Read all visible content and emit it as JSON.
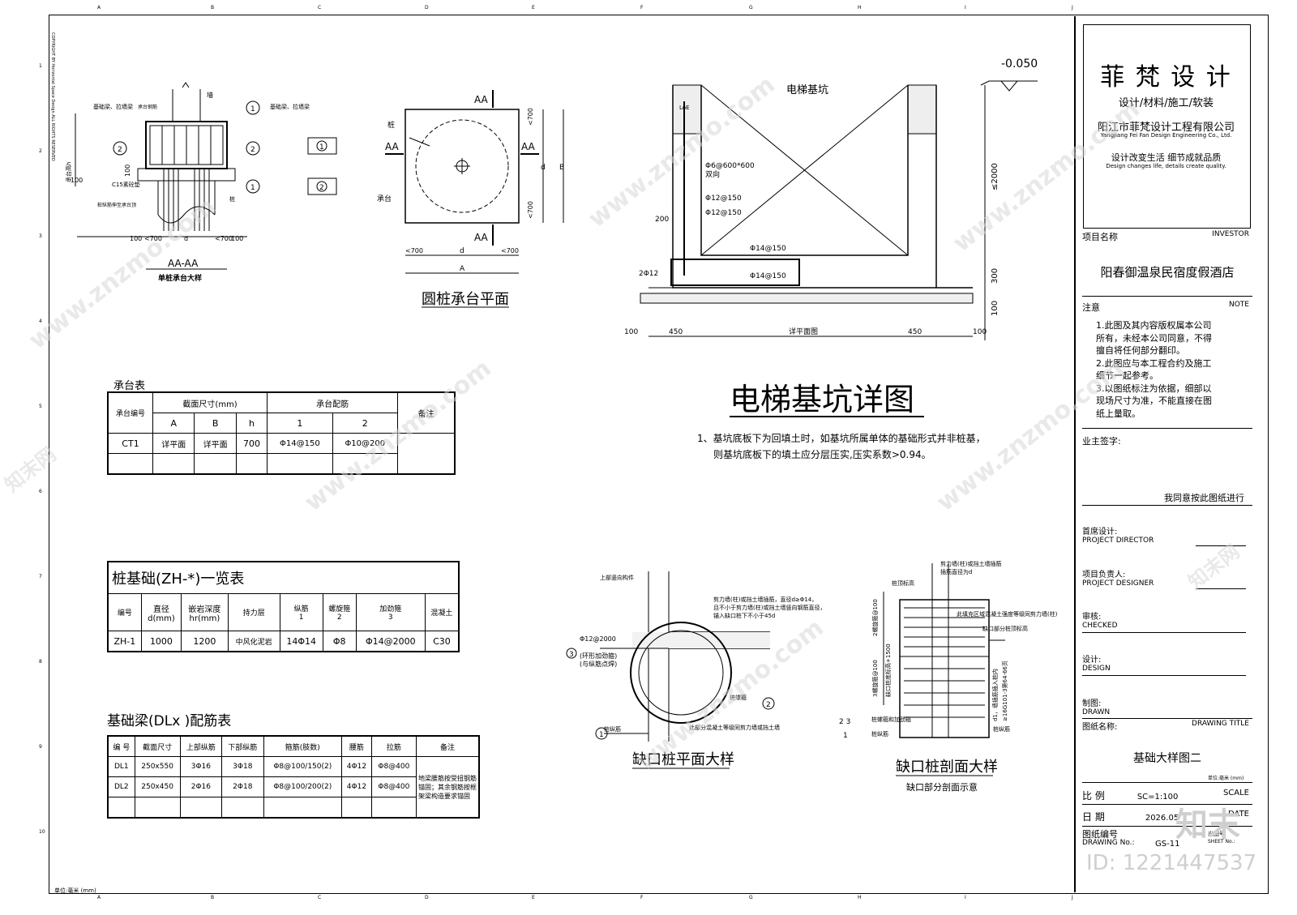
{
  "ruler_top": [
    "A",
    "B",
    "C",
    "D",
    "E",
    "F",
    "G",
    "H",
    "I",
    "J"
  ],
  "ruler_left": [
    "1",
    "2",
    "3",
    "4",
    "5",
    "6",
    "7",
    "8",
    "9",
    "10"
  ],
  "copyright_side": "COPYRIGHT BY Horizontal Space Design ALL RIGHTS RESERVED",
  "single_pile": {
    "title": "AA-AA",
    "subtitle": "单桩承台大样",
    "labels": {
      "wall": "墙",
      "beam_left": "基础梁、拉墙梁",
      "bar": "承台钢筋",
      "beam_right": "基础梁、拉墙梁",
      "depth": "承台高h",
      "c15": "C15素砼垫",
      "anchor": "桩纵筋伸至承台顶",
      "pile": "桩",
      "n100a": "100",
      "n100b": "100",
      "n100c": "100",
      "n700a": "<700",
      "d": "d",
      "n700b": "<700",
      "n100d": "100",
      "c1": "1",
      "c2": "2"
    },
    "legend1": "1",
    "legend2": "2"
  },
  "round_pile": {
    "title": "圆桩承台平面",
    "labels": {
      "aa_top": "AA",
      "aa_left": "AA",
      "aa_right": "AA",
      "aa_bottom": "AA",
      "pile": "桩",
      "cap": "承台",
      "d_v": "d",
      "b": "B",
      "n700_top": "<700",
      "n700_bot": "<700",
      "n700_l": "<700",
      "d_h": "d",
      "n700_r": "<700",
      "a": "A"
    }
  },
  "elevator": {
    "pit_label": "电梯基坑",
    "elev": "-0.050",
    "loe": "LoE",
    "bar1": "Φ6@600*600",
    "bar1b": "双向",
    "bar2": "Φ12@150",
    "bar3": "Φ12@150",
    "bar4": "Φ14@150",
    "bar5": "Φ14@150",
    "bar6": "2Φ12",
    "h2000": "≤2000",
    "h300": "300",
    "h100": "100",
    "w200": "200",
    "dims": [
      "100",
      "450",
      "详平面图",
      "450",
      "100"
    ],
    "title": "电梯基坑详图",
    "note1": "1、基坑底板下为回填土时，如基坑所属单体的基础形式并非桩基，",
    "note2": "则基坑底板下的填土应分层压实,压实系数>0.94。"
  },
  "cap_table": {
    "caption": "承台表",
    "h_id": "承台编号",
    "h_size": "截面尺寸(mm)",
    "h_bar": "承台配筋",
    "h_note": "备注",
    "sub": [
      "A",
      "B",
      "h",
      "1",
      "2"
    ],
    "row": [
      "CT1",
      "详平面",
      "详平面",
      "700",
      "Φ14@150",
      "Φ10@200",
      ""
    ]
  },
  "pile_table": {
    "caption": "桩基础(ZH-*)一览表",
    "headers": [
      "编号",
      "直径\nd(mm)",
      "嵌岩深度\nhr(mm)",
      "持力层",
      "纵筋",
      "螺旋箍",
      "加劲箍",
      "混凝土"
    ],
    "circ": [
      "1",
      "2",
      "3"
    ],
    "row": [
      "ZH-1",
      "1000",
      "1200",
      "中风化泥岩",
      "14Φ14",
      "Φ8",
      "Φ14@2000",
      "C30"
    ]
  },
  "beam_table": {
    "caption": "基础梁(DLx )配筋表",
    "headers": [
      "编 号",
      "截面尺寸",
      "上部纵筋",
      "下部纵筋",
      "箍筋(肢数)",
      "腰筋",
      "拉筋",
      "备注"
    ],
    "rows": [
      [
        "DL1",
        "250x550",
        "3Φ16",
        "3Φ18",
        "Φ8@100/150(2)",
        "4Φ12",
        "Φ8@400"
      ],
      [
        "DL2",
        "250x450",
        "2Φ16",
        "2Φ18",
        "Φ8@100/200(2)",
        "4Φ12",
        "Φ8@400"
      ]
    ],
    "note": "地梁腰筋按受扭钢筋锚固；其余钢筋按框架梁构造要求锚固"
  },
  "notch_plan": {
    "title": "缺口桩平面大样",
    "labels": {
      "top": "上部竖向构件",
      "wall": "剪力墙(柱)或挡土墙插筋，直径d≥Φ14，",
      "wall2": "且不小于剪力墙(柱)或挡土墙竖向钢筋直径，",
      "wall3": "锚入缺口桩下不小于45d",
      "ring": "Φ12@2000",
      "ring2": "(环形加劲箍)",
      "ring3": "(与纵筋点焊)",
      "stir": "桩螺箍",
      "long": "桩纵筋",
      "fill": "此部分混凝土等级同剪力墙或挡土墙",
      "c1": "1",
      "c2": "2",
      "c3": "3"
    }
  },
  "notch_sec": {
    "title": "缺口桩剖面大样",
    "subtitle": "缺口部分剖面示意",
    "labels": {
      "top": "剪力墙(柱)或挡土墙插筋",
      "top2": "插筋直径为d",
      "pile_top": "桩顶标高",
      "concrete": "此填充区域混凝土强度等级同剪力墙(柱)",
      "notch_top": "缺口部分桩顶标高",
      "l100a": "2螺旋箍@100",
      "l100b": "3螺旋箍@100",
      "l1500": "缺口桩底标高+1500",
      "d1": "d1，墙插筋插入桩内",
      "d2": "≥16G101-3第64-66页",
      "stir": "桩螺箍和加劲箍",
      "long": "桩纵筋",
      "c1": "1",
      "c23": "2 3",
      "pile_bar": "桩纵筋"
    }
  },
  "unit_left": "单位:毫米 (mm)",
  "title_block": {
    "company_cn": "菲 梵 设 计",
    "services": "设计/材料/施工/软装",
    "company_full": "阳江市菲梵设计工程有限公司",
    "company_en": "Yangjiang Fei Fan Design Engineering Co., Ltd.",
    "slogan": "设计改变生活 细节成就品质",
    "slogan_en": "Design changes life, details create quality.",
    "project_label": "项目名称",
    "project_label_en": "INVESTOR",
    "project": "阳春御温泉民宿度假酒店",
    "note_label": "注意",
    "note_label_en": "NOTE",
    "notes": [
      "1.此图及其内容版权属本公司",
      "所有，未经本公司同意，不得",
      "擅自将任何部分翻印。",
      "2.此图应与本工程合约及施工",
      "细节一起参考。",
      "3.以图纸标注为依据，细部以",
      "现场尺寸为准，不能直接在图",
      "纸上量取。"
    ],
    "owner_sign": "业主签字:",
    "agree": "我同意按此图纸进行",
    "director": "首席设计:",
    "director_en": "PROJECT DIRECTOR",
    "designer": "项目负责人:",
    "designer_en": "PROJECT DESIGNER",
    "checked": "审核:",
    "checked_en": "CHECKED",
    "design": "设计:",
    "design_en": "DESIGN",
    "drawn": "制图:",
    "drawn_en": "DRAWN",
    "dtitle_label": "图纸名称:",
    "dtitle_label_en": "DRAWING TITLE",
    "dtitle": "基础大样图二",
    "unit": "单位:毫米 (mm)",
    "scale_label": "比 例",
    "scale": "SC=1:100",
    "scale_en": "SCALE",
    "date_label": "日 期",
    "date": "2026.05",
    "date_en": "DATE",
    "dno_label": "图纸编号",
    "dno_label_en": "DRAWING No.:",
    "dno": "GS-11",
    "sheet": "出图号",
    "sheet_en": "SHEET No.:"
  },
  "watermark": {
    "brand": "知末",
    "id": "ID: 1221447537",
    "site": "www.znzmo.com",
    "site_cn": "知末网"
  }
}
